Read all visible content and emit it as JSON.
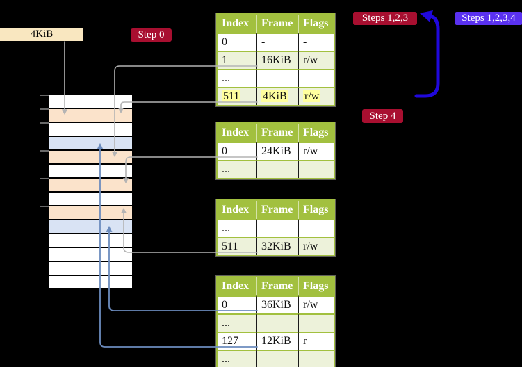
{
  "colors": {
    "background": "#000000",
    "table_header_green": "#a2c03f",
    "table_row_tint": "#edf2da",
    "highlight_yellow": "#ffff9e",
    "frame_pagetable_peach": "#fbe3cb",
    "frame_mapped_blue": "#d9e3f4",
    "frame_free_white": "#ffffff",
    "label_wheat": "#f9e7c0",
    "label_crimson": "#a80f30",
    "label_violet": "#5a31f0",
    "arrow_deep_blue": "#2008dc",
    "connector_gray": "#b4b4b4",
    "connector_steel_blue": "#6c8cbe",
    "tick_gray": "#8c8c8c"
  },
  "labels": {
    "frame_size": "4KiB",
    "step0": "Step 0",
    "steps123": "Steps 1,2,3",
    "steps1234": "Steps 1,2,3,4",
    "step4": "Step 4"
  },
  "tables": [
    {
      "id": "page-table-1",
      "headers": [
        "Index",
        "Frame",
        "Flags"
      ],
      "rows": [
        {
          "index": "0",
          "frame": "-",
          "flags": "-",
          "tinted": false,
          "highlight": false
        },
        {
          "index": "1",
          "frame": "16KiB",
          "flags": "r/w",
          "tinted": true,
          "highlight": false
        },
        {
          "index": "...",
          "frame": "",
          "flags": "",
          "tinted": false,
          "highlight": false
        },
        {
          "index": "511",
          "frame": "4KiB",
          "flags": "r/w",
          "tinted": true,
          "highlight": true
        }
      ]
    },
    {
      "id": "page-table-2",
      "headers": [
        "Index",
        "Frame",
        "Flags"
      ],
      "rows": [
        {
          "index": "0",
          "frame": "24KiB",
          "flags": "r/w",
          "tinted": false,
          "highlight": false
        },
        {
          "index": "...",
          "frame": "",
          "flags": "",
          "tinted": true,
          "highlight": false
        }
      ]
    },
    {
      "id": "page-table-3",
      "headers": [
        "Index",
        "Frame",
        "Flags"
      ],
      "rows": [
        {
          "index": "...",
          "frame": "",
          "flags": "",
          "tinted": false,
          "highlight": false
        },
        {
          "index": "511",
          "frame": "32KiB",
          "flags": "r/w",
          "tinted": true,
          "highlight": false
        }
      ]
    },
    {
      "id": "page-table-4",
      "headers": [
        "Index",
        "Frame",
        "Flags"
      ],
      "rows": [
        {
          "index": "0",
          "frame": "36KiB",
          "flags": "r/w",
          "tinted": false,
          "highlight": false
        },
        {
          "index": "...",
          "frame": "",
          "flags": "",
          "tinted": true,
          "highlight": false
        },
        {
          "index": "127",
          "frame": "12KiB",
          "flags": "r",
          "tinted": false,
          "highlight": false
        },
        {
          "index": "...",
          "frame": "",
          "flags": "",
          "tinted": true,
          "highlight": false
        }
      ]
    }
  ],
  "memory": {
    "frames": [
      {
        "kind": "free"
      },
      {
        "kind": "pagetable"
      },
      {
        "kind": "free"
      },
      {
        "kind": "mapped"
      },
      {
        "kind": "pagetable"
      },
      {
        "kind": "free"
      },
      {
        "kind": "pagetable"
      },
      {
        "kind": "free"
      },
      {
        "kind": "pagetable"
      },
      {
        "kind": "mapped"
      },
      {
        "kind": "free"
      },
      {
        "kind": "free"
      },
      {
        "kind": "free"
      },
      {
        "kind": "free"
      }
    ]
  },
  "connections": [
    {
      "id": "size-label-to-frame",
      "from": "frame-size-label",
      "to": "memory-frame-1",
      "style": "gray"
    },
    {
      "id": "pt1-index-1",
      "from": "page-table-1:1",
      "to": "memory-frame-4",
      "style": "gray"
    },
    {
      "id": "pt1-index-511",
      "from": "page-table-1:511",
      "to": "memory-frame-1",
      "style": "gray"
    },
    {
      "id": "pt2-index-0",
      "from": "page-table-2:0",
      "to": "memory-frame-6",
      "style": "gray"
    },
    {
      "id": "pt3-index-511",
      "from": "page-table-3:511",
      "to": "memory-frame-8",
      "style": "gray"
    },
    {
      "id": "pt4-index-0",
      "from": "page-table-4:0",
      "to": "memory-frame-9",
      "style": "steel"
    },
    {
      "id": "pt4-index-127",
      "from": "page-table-4:127",
      "to": "memory-frame-3",
      "style": "steel"
    },
    {
      "id": "steps-arrow",
      "from": "steps1234-label",
      "to": "steps123-label",
      "style": "deep"
    }
  ]
}
